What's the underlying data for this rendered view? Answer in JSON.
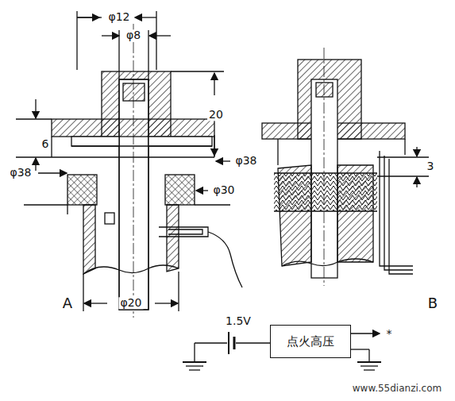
{
  "diagram": {
    "nodes": [
      {
        "text": [
          "点火高压"
        ]
      }
    ],
    "labels": [
      "φ12",
      "φ8",
      "20",
      "6",
      "φ38",
      "φ38",
      "φ30",
      "φ20",
      "A",
      "3",
      "B",
      "1.5V",
      "*",
      "www.55dianzi.com"
    ]
  }
}
